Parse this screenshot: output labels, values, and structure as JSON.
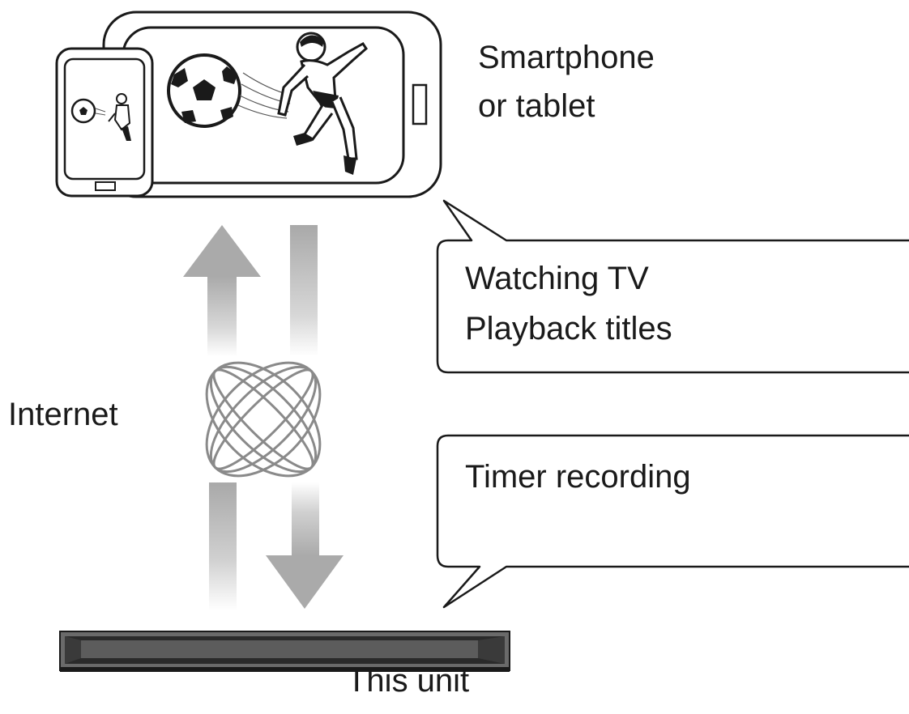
{
  "labels": {
    "device_line1": "Smartphone",
    "device_line2": "or tablet",
    "bubble_top_line1": "Watching TV",
    "bubble_top_line2": "Playback titles",
    "bubble_bottom_line1": "Timer recording",
    "internet": "Internet",
    "unit": "This unit"
  },
  "icons": {
    "phone": "smartphone-icon",
    "tablet": "tablet-icon",
    "internet": "internet-globe-icon",
    "unit": "recorder-unit-icon",
    "soccer": "soccer-player-icon"
  },
  "colors": {
    "outline": "#1a1a1a",
    "arrow_gray": "#b3b3b3",
    "globe_gray": "#8c8c8c",
    "unit_dark": "#2a2a2a",
    "unit_mid": "#5c5c5c"
  }
}
